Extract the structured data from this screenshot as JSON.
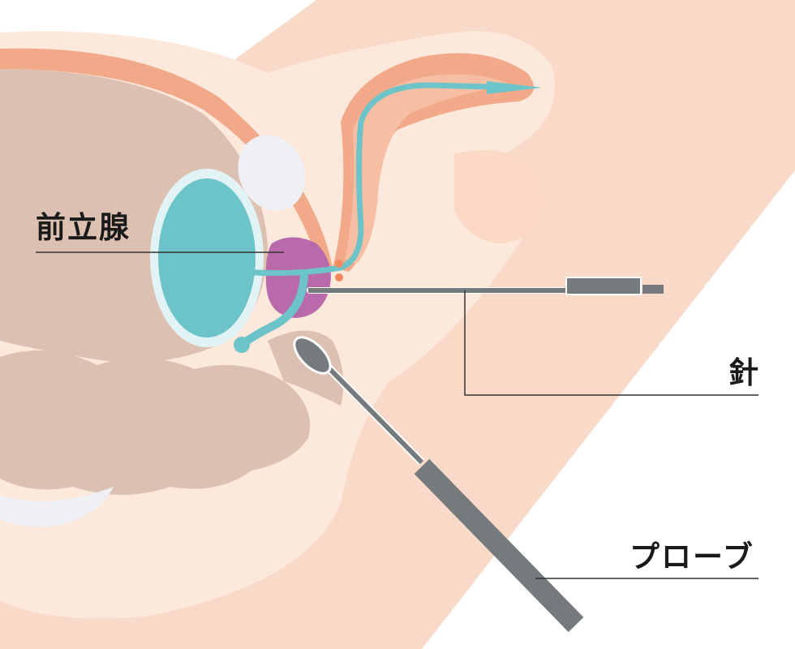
{
  "labels": {
    "prostate": "前立腺",
    "needle": "針",
    "probe": "プローブ"
  },
  "colors": {
    "skin_outer": "#f9d9c8",
    "skin_light": "#fde8dc",
    "muscle_orange": "#f2a98a",
    "bladder_brown": "#dcc0b1",
    "seminal_vesicle_teal": "#6cc4c8",
    "seminal_vesicle_halo": "#e2f3f6",
    "prostate_purple": "#b96aaa",
    "urethra_teal": "#6cc4c8",
    "instrument_gray": "#757a7d",
    "bone_white": "#eef0f3",
    "leader_line": "#333333"
  }
}
